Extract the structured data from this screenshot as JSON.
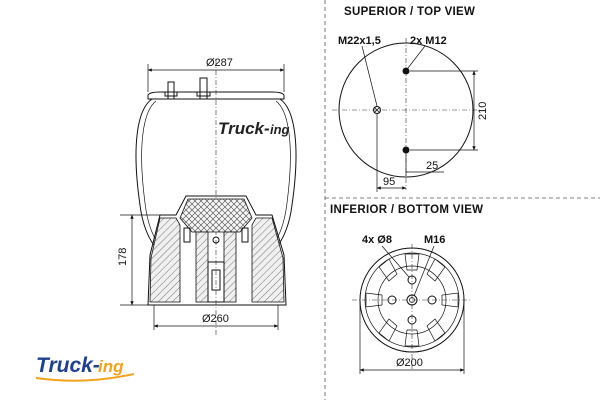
{
  "top_view": {
    "title": "SUPERIOR / TOP VIEW",
    "labels": {
      "air_fitting": "M22x1,5",
      "studs": "2x M12"
    },
    "dims": {
      "stud_spacing": "210",
      "stud_offset": "25",
      "fitting_offset": "95"
    }
  },
  "bottom_view": {
    "title": "INFERIOR / BOTTOM VIEW",
    "labels": {
      "holes": "4x Ø8",
      "center_thread": "M16"
    },
    "dims": {
      "diameter": "Ø200"
    }
  },
  "side_view": {
    "dims": {
      "top_diameter": "Ø287",
      "piston_diameter": "Ø260",
      "height": "178"
    },
    "watermark": {
      "main": "Truck-",
      "suffix": "ing"
    }
  },
  "logo": {
    "main": "Truck-",
    "suffix": "ing",
    "colors": {
      "main": "#1f3f8f",
      "suffix": "#f2a21b"
    }
  }
}
